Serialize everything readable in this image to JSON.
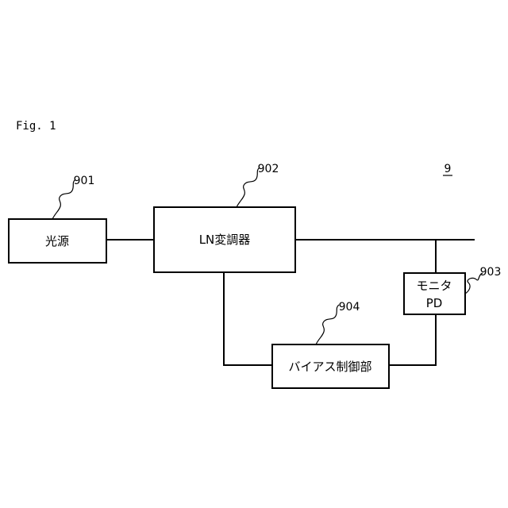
{
  "figure_label": "Fig. 1",
  "system_ref": "9",
  "blocks": {
    "light_source": {
      "label": "光源",
      "ref": "901"
    },
    "ln_modulator": {
      "label": "LN変調器",
      "ref": "902"
    },
    "monitor_pd": {
      "label_line1": "モニタ",
      "label_line2": "PD",
      "ref": "903"
    },
    "bias_controller": {
      "label": "バイアス制御部",
      "ref": "904"
    }
  },
  "colors": {
    "line": "#000000",
    "background": "#ffffff"
  }
}
